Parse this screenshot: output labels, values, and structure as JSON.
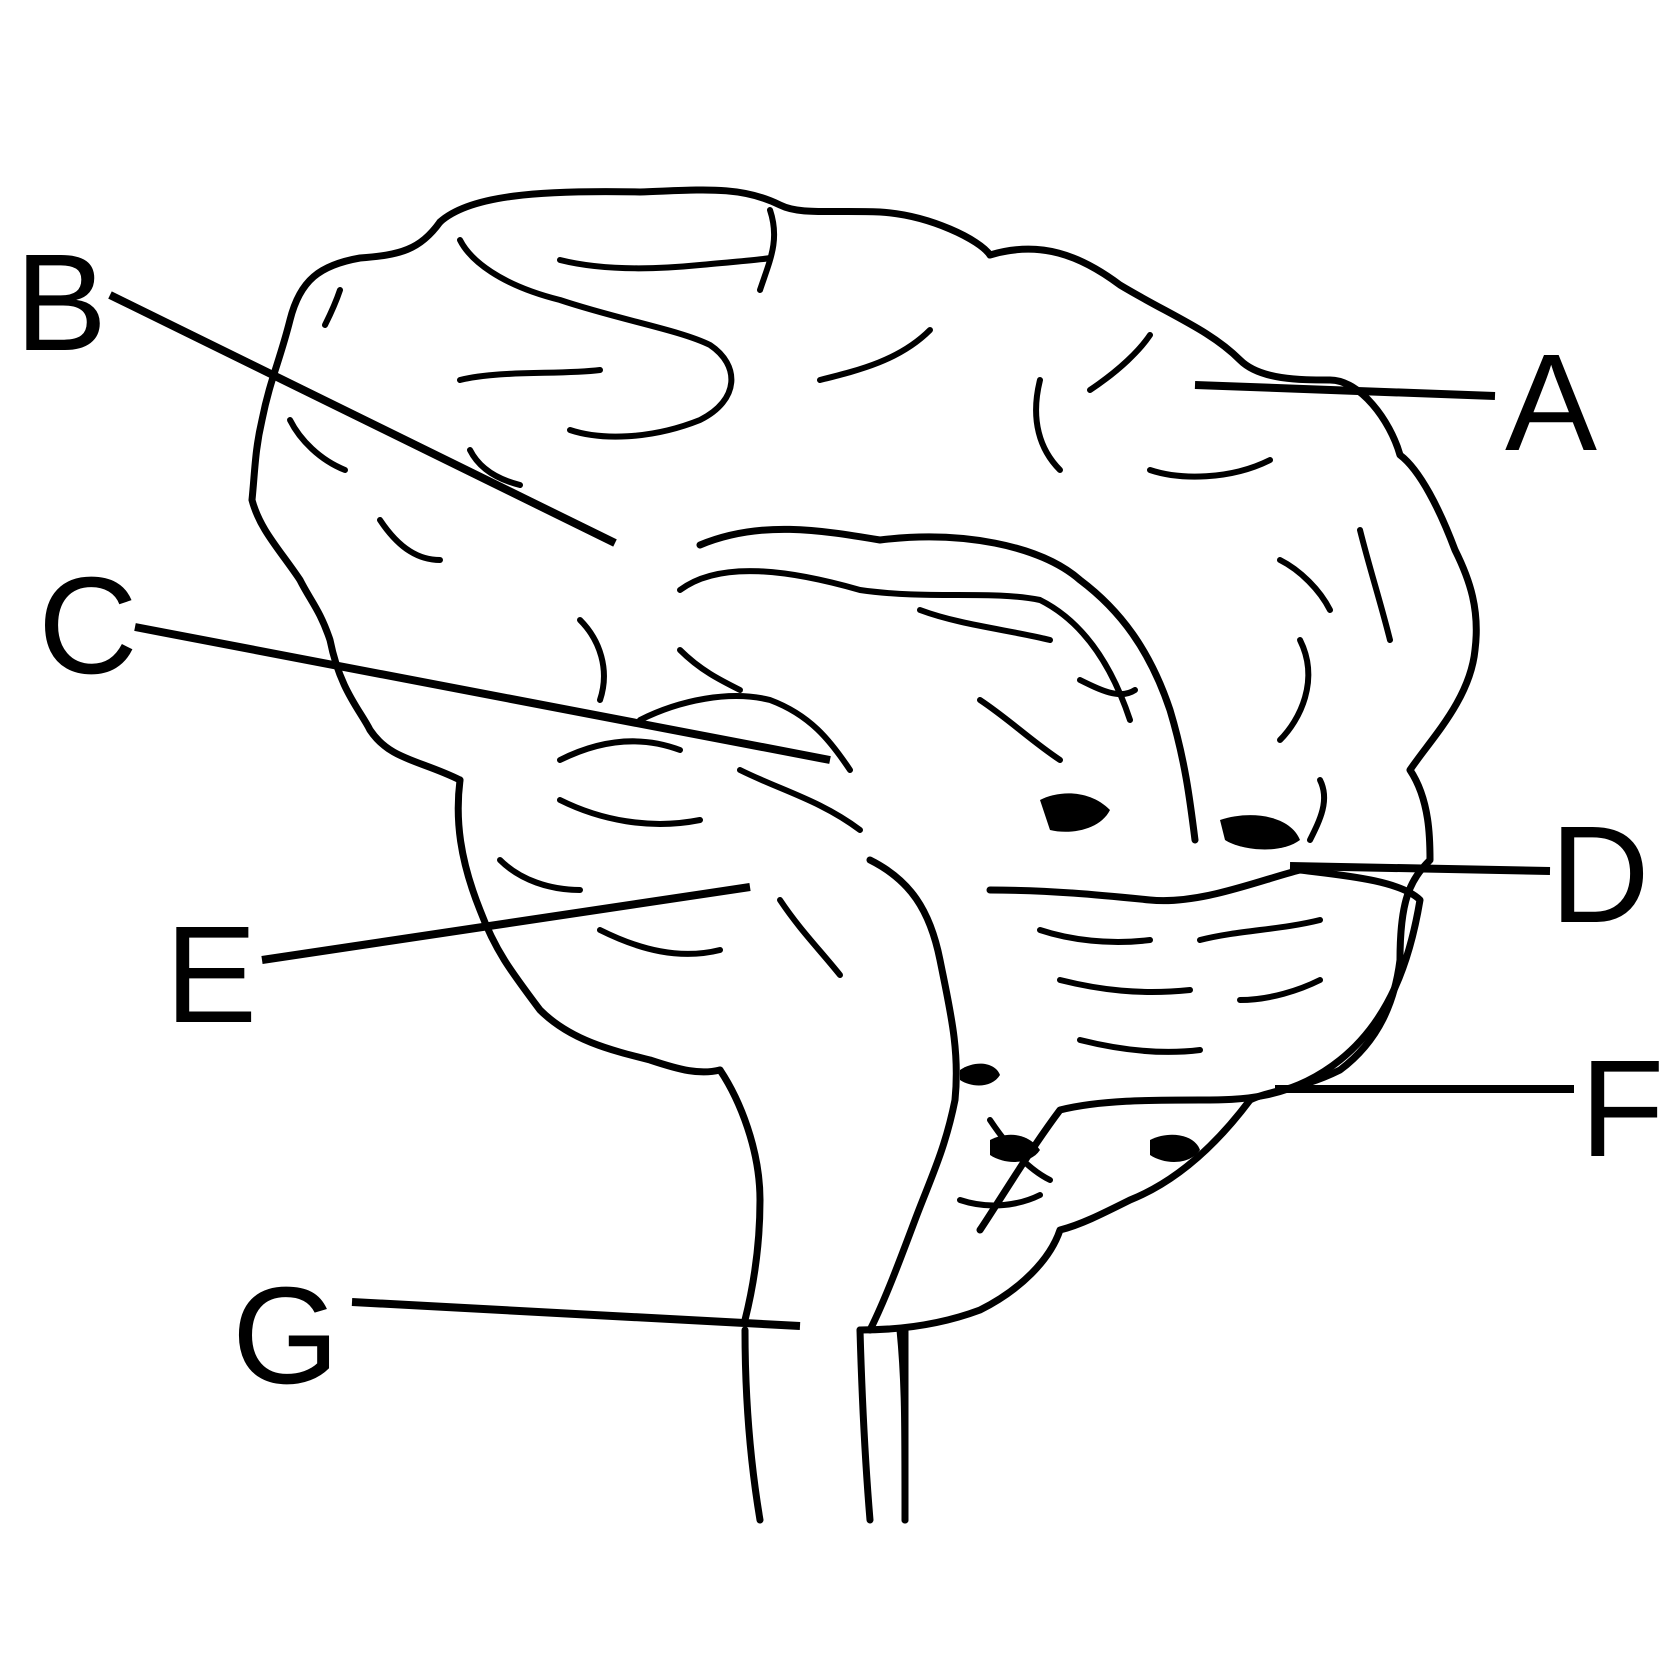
{
  "labels": [
    {
      "id": "A",
      "text": "A"
    },
    {
      "id": "B",
      "text": "B"
    },
    {
      "id": "C",
      "text": "C"
    },
    {
      "id": "D",
      "text": "D"
    },
    {
      "id": "E",
      "text": "E"
    },
    {
      "id": "F",
      "text": "F"
    },
    {
      "id": "G",
      "text": "G"
    }
  ],
  "colors": {
    "ink": "#000000",
    "background": "#ffffff"
  }
}
